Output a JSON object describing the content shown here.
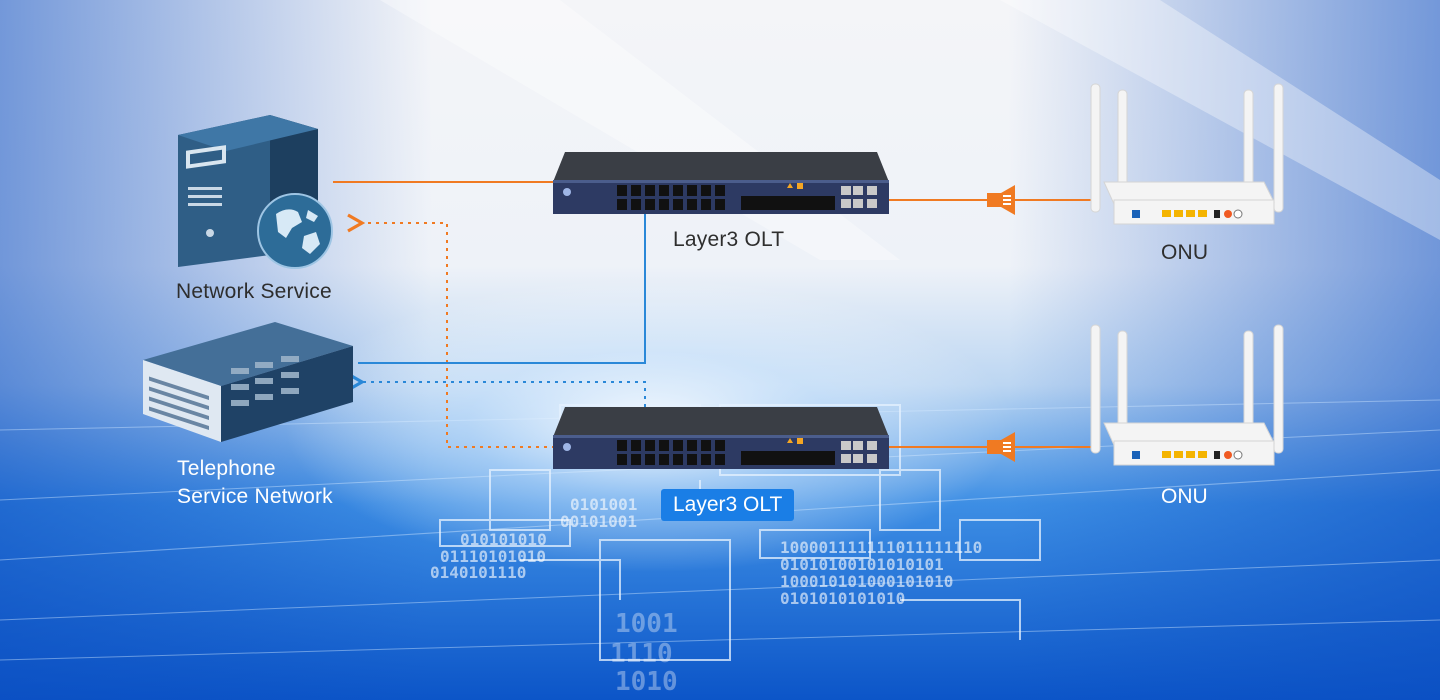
{
  "nodes": {
    "network_service": "Network Service",
    "telephone_line1": "Telephone",
    "telephone_line2": "Service Network",
    "olt_top": "Layer3 OLT",
    "olt_bottom": "Layer3 OLT",
    "onu_top": "ONU",
    "onu_bottom": "ONU"
  },
  "colors": {
    "fiber_link": "#f07a22",
    "service_link": "#2a88d8",
    "badge": "#1a7ee6"
  },
  "icons": {
    "olt": "olt-switch-icon",
    "onu": "wifi-router-icon",
    "server": "server-tower-icon",
    "globe": "globe-icon",
    "splitter": "optical-splitter-icon"
  }
}
